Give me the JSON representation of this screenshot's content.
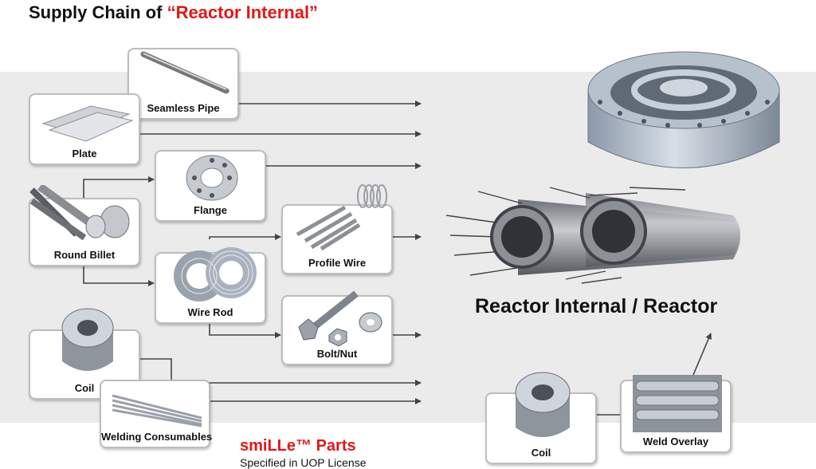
{
  "header": {
    "title_prefix": "Supply Chain of ",
    "title_highlight": "“Reactor Internal”"
  },
  "nodes": {
    "seamless_pipe": "Seamless Pipe",
    "plate": "Plate",
    "flange": "Flange",
    "round_billet": "Round Billet",
    "profile_wire": "Profile Wire",
    "wire_rod": "Wire Rod",
    "bolt_nut": "Bolt/Nut",
    "coil_left": "Coil",
    "welding_consumables": "Welding Consumables",
    "coil_right": "Coil",
    "weld_overlay": "Weld Overlay"
  },
  "product": {
    "title": "Reactor Internal / Reactor"
  },
  "footer": {
    "brand": "smiLLe™ Parts",
    "note": "Specified in UOP License"
  },
  "colors": {
    "accent": "#e01818",
    "band": "#ebebeb",
    "line": "#444444"
  }
}
